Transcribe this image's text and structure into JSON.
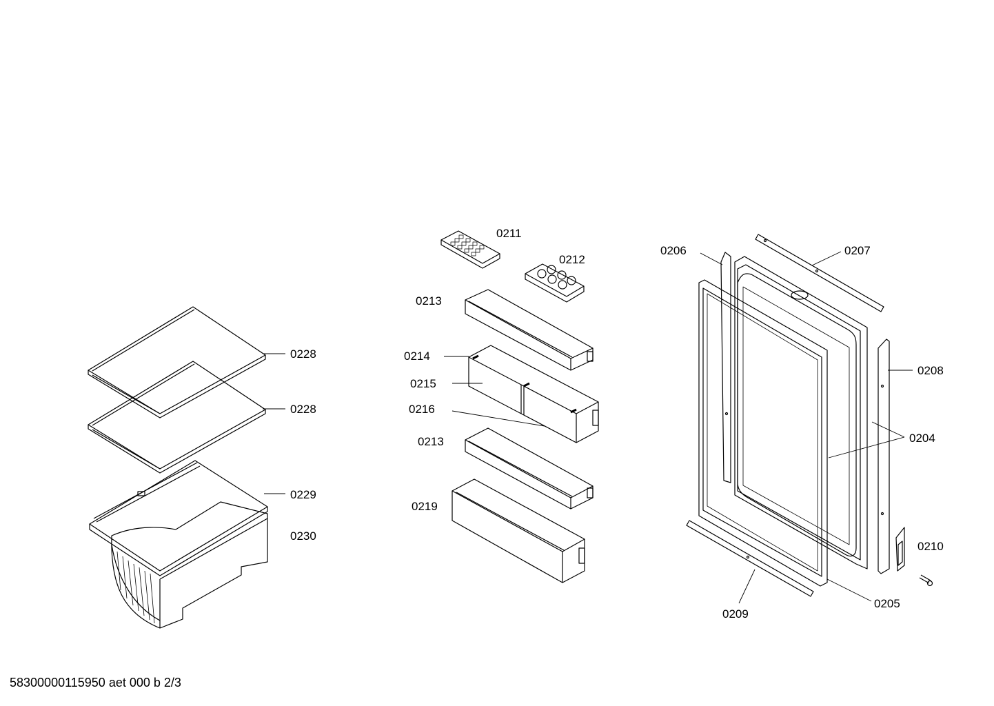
{
  "diagram": {
    "labels": {
      "p0228a": "0228",
      "p0228b": "0228",
      "p0229": "0229",
      "p0230": "0230",
      "p0211": "0211",
      "p0212": "0212",
      "p0213a": "0213",
      "p0214": "0214",
      "p0215": "0215",
      "p0216": "0216",
      "p0213b": "0213",
      "p0219": "0219",
      "p0206": "0206",
      "p0207": "0207",
      "p0208": "0208",
      "p0204": "0204",
      "p0210": "0210",
      "p0205": "0205",
      "p0209": "0209"
    }
  },
  "footer": {
    "doc_id": "58300000115950 aet 000 b 2/3"
  }
}
